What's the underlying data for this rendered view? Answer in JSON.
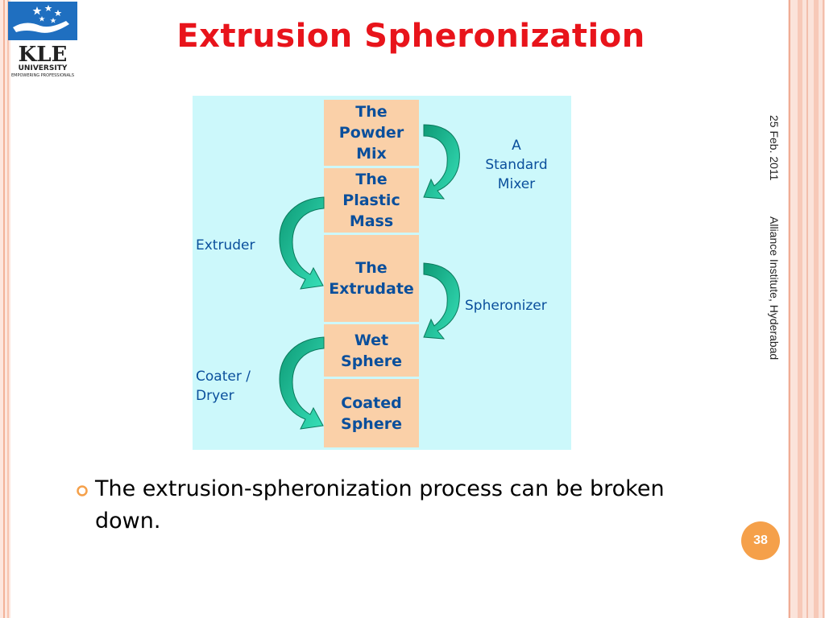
{
  "slide": {
    "title": "Extrusion Spheronization",
    "bullet": "The extrusion-spheronization process can be broken down.",
    "side_date": "25 Feb. 2011",
    "side_institute": "Alliance Institute, Hyderabad",
    "page_number": "38"
  },
  "logo": {
    "text": "KLE",
    "subtitle": "UNIVERSITY",
    "tagline": "EMPOWERING PROFESSIONALS"
  },
  "diagram": {
    "stages": [
      "The\nPowder\nMix",
      "The\nPlastic\nMass",
      "The\nExtrudate",
      "Wet\nSphere",
      "Coated\nSphere"
    ],
    "labels": {
      "mixer": "A\nStandard\nMixer",
      "extruder": "Extruder",
      "spheronizer": "Spheronizer",
      "coater": "Coater /\nDryer"
    }
  },
  "colors": {
    "title": "#e8141b",
    "stage_fill": "#fad0a8",
    "diagram_bg": "#ccf8fb",
    "text_blue": "#0a4f9c",
    "arrow": "#1fb38a",
    "accent": "#f5a04a"
  }
}
